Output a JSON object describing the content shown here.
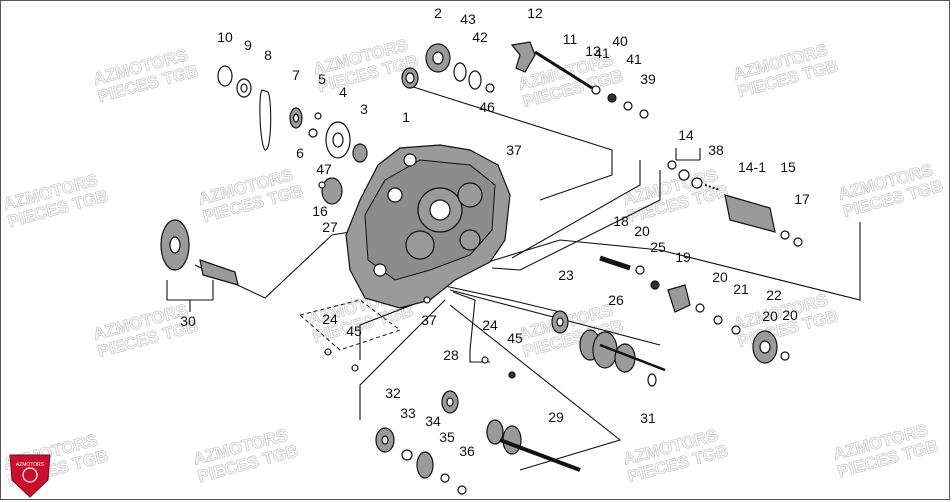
{
  "watermark": {
    "line1": "AZMOTORS",
    "line2": "PIECES TGB"
  },
  "logo": {
    "text": "AZMOTORS",
    "color": "#c8102e"
  },
  "colors": {
    "line": "#111111",
    "part_fill": "#9a9a9a",
    "watermark": "#cfcfcf",
    "background": "#ffffff"
  },
  "labels": [
    "1",
    "2",
    "3",
    "4",
    "5",
    "6",
    "7",
    "8",
    "9",
    "10",
    "11",
    "12",
    "13",
    "14",
    "14-1",
    "15",
    "16",
    "17",
    "18",
    "19",
    "20",
    "20",
    "20",
    "20",
    "21",
    "22",
    "23",
    "24",
    "24",
    "25",
    "26",
    "27",
    "28",
    "29",
    "30",
    "31",
    "32",
    "33",
    "34",
    "35",
    "36",
    "37",
    "37",
    "38",
    "39",
    "40",
    "41",
    "41",
    "42",
    "43",
    "45",
    "45",
    "46",
    "47"
  ]
}
